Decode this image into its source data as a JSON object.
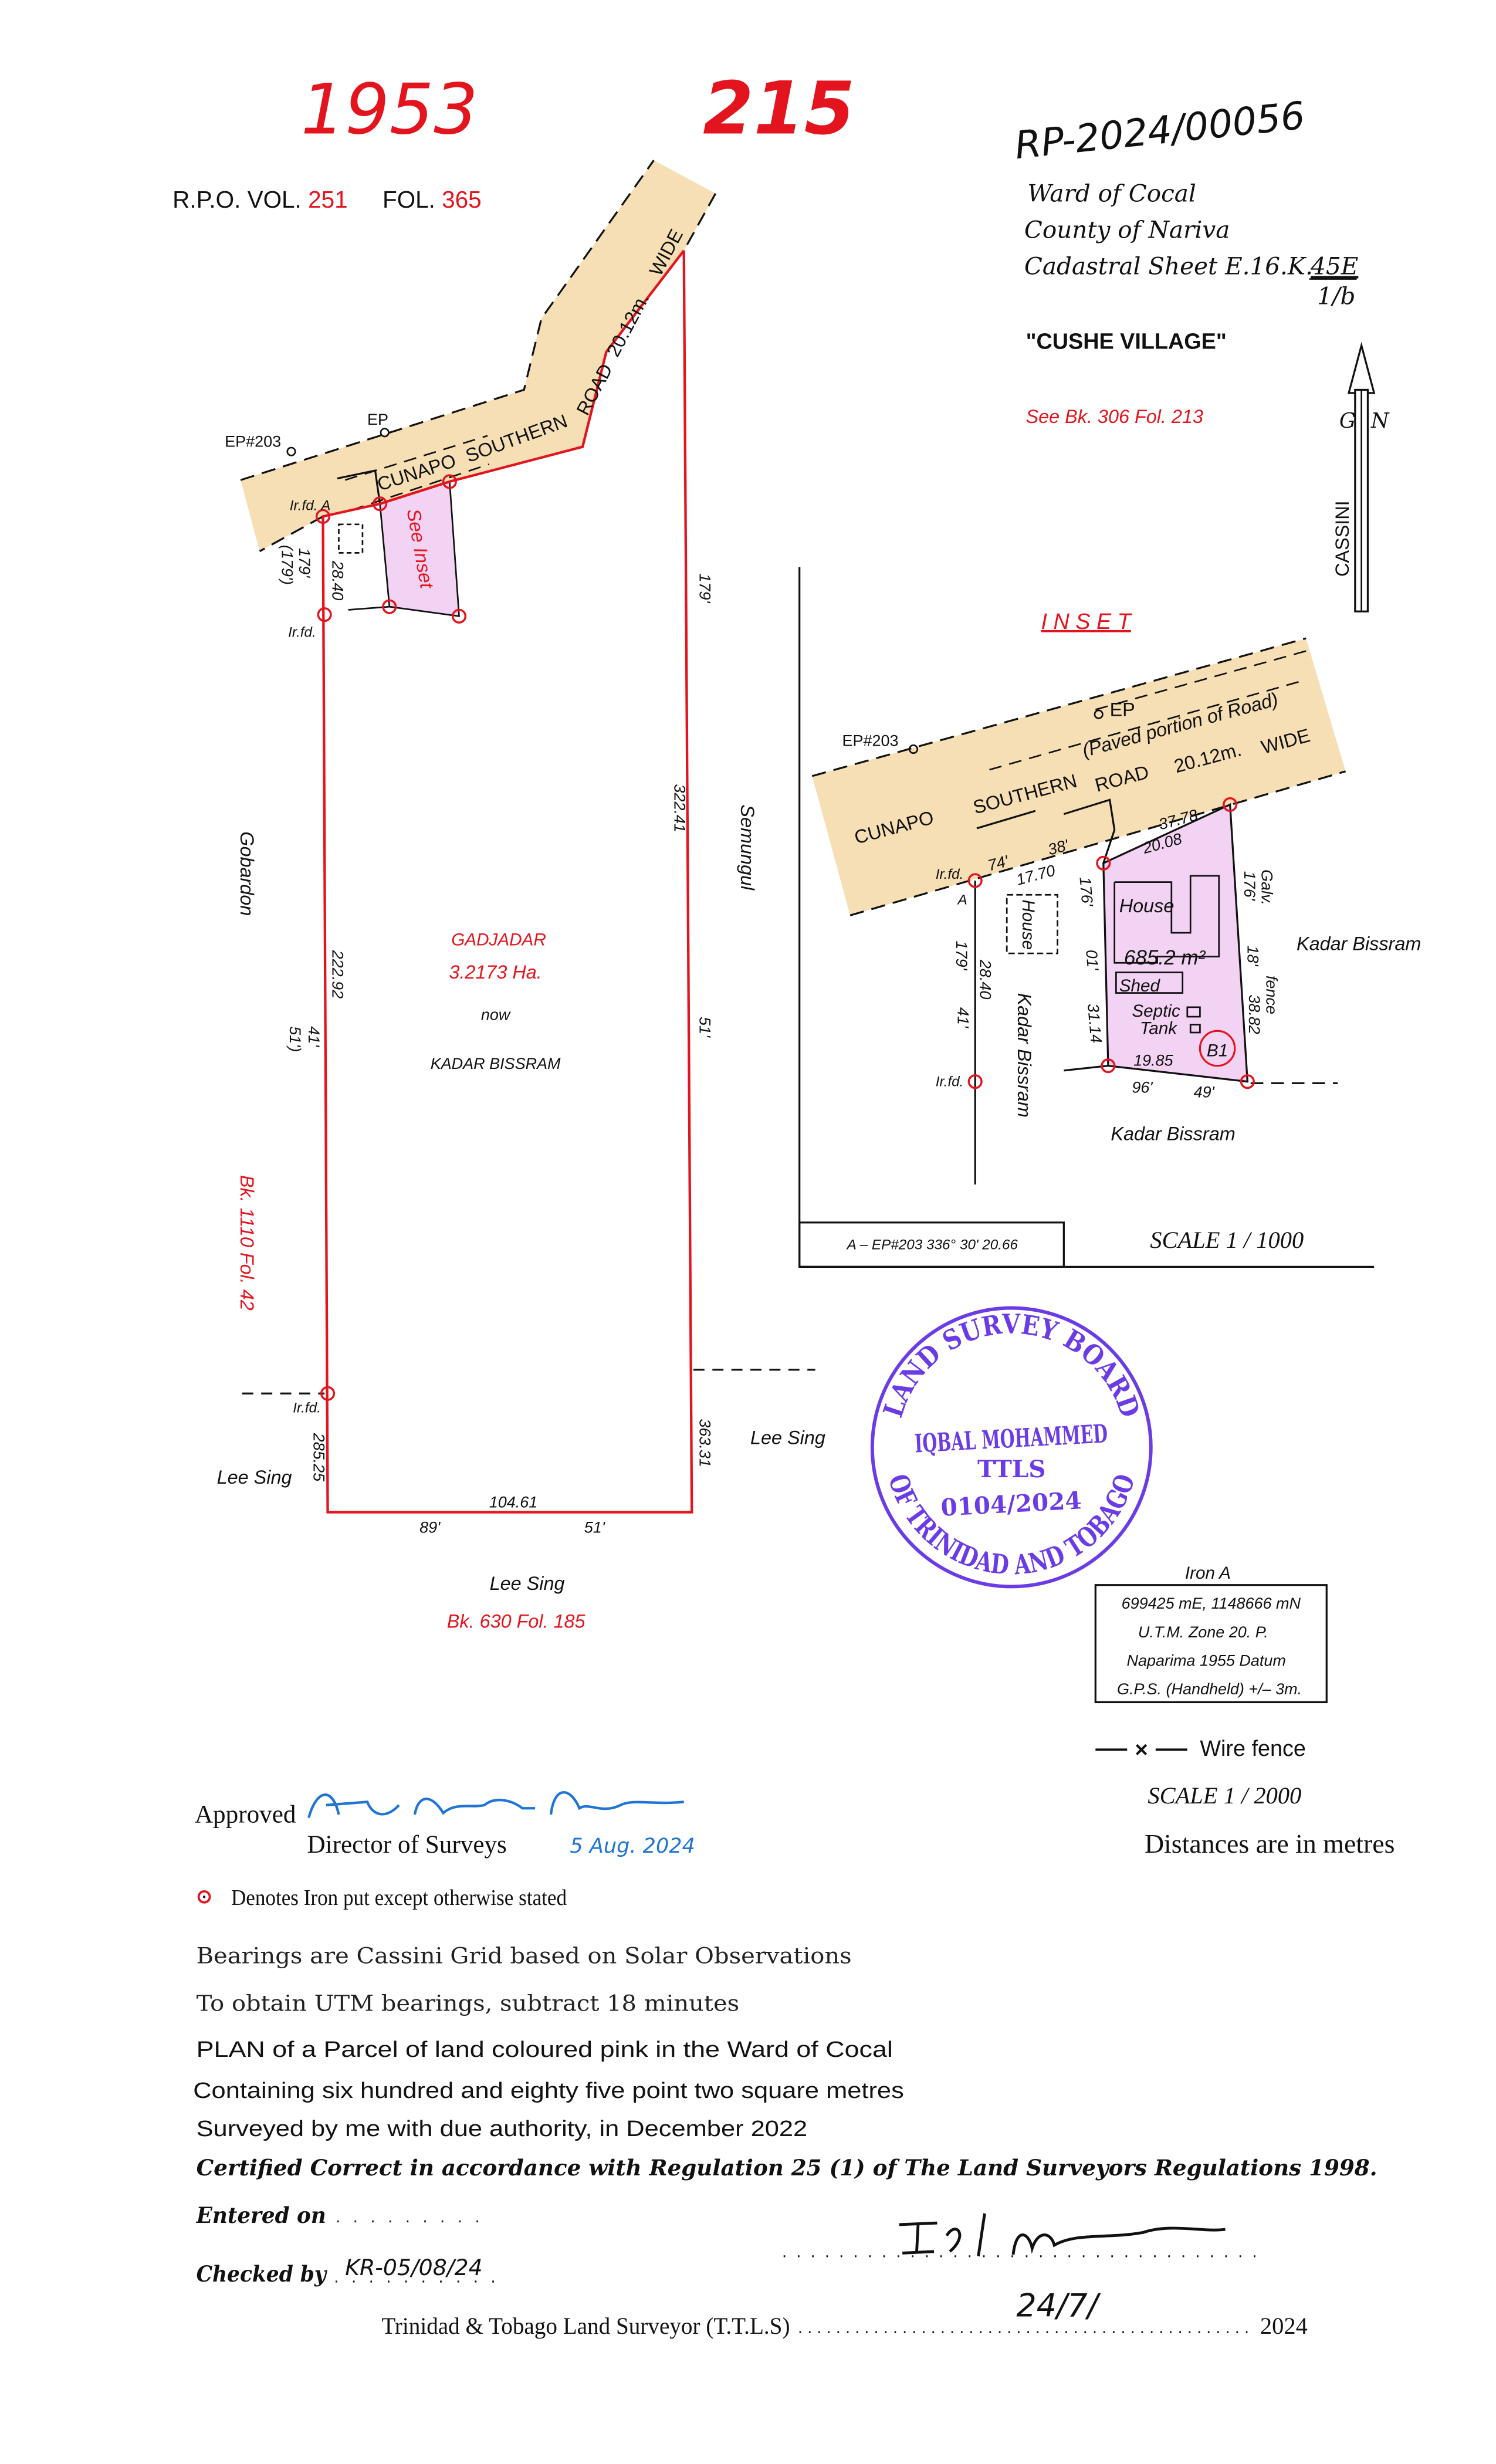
{
  "colors": {
    "boundary_red": "#e3141d",
    "road_tan": "#f7dfb5",
    "parcel_pink": "#f3d3f3",
    "stamp_purple": "#6b3ce6",
    "ink_blue": "#1f74d6"
  },
  "header": {
    "handwritten_left": "1953",
    "handwritten_right": "215",
    "rpo_label": "R.P.O.  VOL.",
    "vol": "251",
    "fol_label": "FOL.",
    "fol": "365",
    "reference_no": "RP-2024/00056"
  },
  "title_block": {
    "ward": "Ward of Cocal",
    "county": "County of Nariva",
    "cadastral_sheet": "Cadastral Sheet E.16.K.",
    "sheet_numerator": "45E",
    "sheet_denominator": "1/b",
    "village": "\"CUSHE VILLAGE\"",
    "see_ref": "See Bk. 306 Fol. 213"
  },
  "north_arrow": {
    "g": "G",
    "n": "N",
    "grid": "CASSINI"
  },
  "main_plan": {
    "road": {
      "w1": "CUNAPO",
      "w2": "SOUTHERN",
      "w3": "ROAD",
      "w4": "20.12m.",
      "w5": "WIDE"
    },
    "ep203": "EP#203",
    "ep": "EP",
    "irfd_a": "Ir.fd.  A",
    "irfd": "Ir.fd.",
    "see_inset": "See Inset",
    "owner_old": "GADJADAR",
    "area": "3.2173 Ha.",
    "now": "now",
    "owner_new": "KADAR BISSRAM",
    "west_neighbour": "Gobardon",
    "east_neighbour": "Semungul",
    "west_ref": "Bk. 1110 Fol. 42",
    "south_neighbour": "Lee Sing",
    "south_ref": "Bk. 630 Fol. 185",
    "lee_sing_west": "Lee Sing",
    "lee_sing_east": "Lee Sing",
    "dims": {
      "w_bearing_top": "179'",
      "w_bearing_top_old": "(179')",
      "w_dist_top": "28.40",
      "w_dist_mid": "222.92",
      "w_bearing_mid": "41'",
      "w_bearing_mid_old": "51')",
      "w_dist_bot": "285.25",
      "e_bearing_top": "179'",
      "e_dist": "322.41",
      "e_bearing_mid": "51'",
      "e_dist_bot": "363.31",
      "s_dist": "104.61",
      "s_bearing_deg": "89'",
      "s_bearing_min": "51'"
    }
  },
  "inset": {
    "title": "I N S E T",
    "ep203": "EP#203",
    "ep": "EP",
    "paved": "(Paved portion of Road)",
    "road": {
      "w1": "CUNAPO",
      "w2": "SOUTHERN",
      "w3": "ROAD",
      "w4": "20.12m.",
      "w5": "WIDE"
    },
    "irfd": "Ir.fd.",
    "a": "A",
    "dims": {
      "n_deg": "74'",
      "n_min": "38'",
      "n_dist_a": "17.70",
      "n_dist_parcel": "37.78",
      "n_dist_parcel2": "20.08",
      "w_deg": "176'",
      "w_min": "01'",
      "w_dist": "31.14",
      "s_dist": "19.85",
      "s_deg": "96'",
      "s_min": "49'",
      "e_deg": "176'",
      "e_min": "18'",
      "e_dist": "38.82",
      "a_deg": "179'",
      "a_min": "41'",
      "a_dist": "28.40"
    },
    "house_neighbour": "House",
    "house": "House",
    "area": "685.2  m²",
    "shed": "Shed",
    "septic": "Septic",
    "tank": "Tank",
    "b1": "B1",
    "galv": "Galv.",
    "fence": "fence",
    "kadar_e": "Kadar  Bissram",
    "kadar_s": "Kadar  Bissram",
    "kadar_w": "Kadar Bissram",
    "tie_line": "A  –  EP#203    336°   30'   20.66",
    "scale": "SCALE  1 / 1000"
  },
  "stamp": {
    "top": "LAND SURVEY BOARD",
    "bottom": "OF TRINIDAD AND TOBAGO",
    "name": "IQBAL MOHAMMED",
    "title": "TTLS",
    "number": "0104/2024"
  },
  "iron_a": {
    "title": "Iron  A",
    "lines": [
      "699425  mE,  1148666  mN",
      "U.T.M.  Zone  20.  P.",
      "Naparima  1955  Datum",
      "G.P.S.  (Handheld)  +/– 3m."
    ]
  },
  "legend": {
    "wire_fence": "Wire  fence",
    "scale": "SCALE  1 / 2000",
    "distances": "Distances are in metres",
    "iron_note": "Denotes Iron put except otherwise stated"
  },
  "approval": {
    "approved": "Approved",
    "director": "Director  of  Surveys",
    "date": "5 Aug. 2024"
  },
  "notes": [
    "Bearings  are  Cassini  Grid  based  on  Solar  Observations",
    "To  obtain  UTM  bearings,  subtract  18  minutes",
    "PLAN  of  a  Parcel  of  land  coloured  pink  in  the  Ward  of  Cocal",
    "Containing  six  hundred  and  eighty  five  point  two  square  metres",
    "Surveyed  by  me  with  due  authority,  in  December  2022"
  ],
  "certification": "Certified  Correct  in  accordance  with  Regulation  25  (1)  of  The  Land  Surveyors  Regulations  1998.",
  "entered_on": "Entered  on",
  "checked_by": "Checked  by",
  "checked_value": "KR-05/08/24",
  "surveyor_label": "Trinidad & Tobago Land Surveyor (T.T.L.S)",
  "surveyor_date": "24/7/",
  "surveyor_year": "2024"
}
